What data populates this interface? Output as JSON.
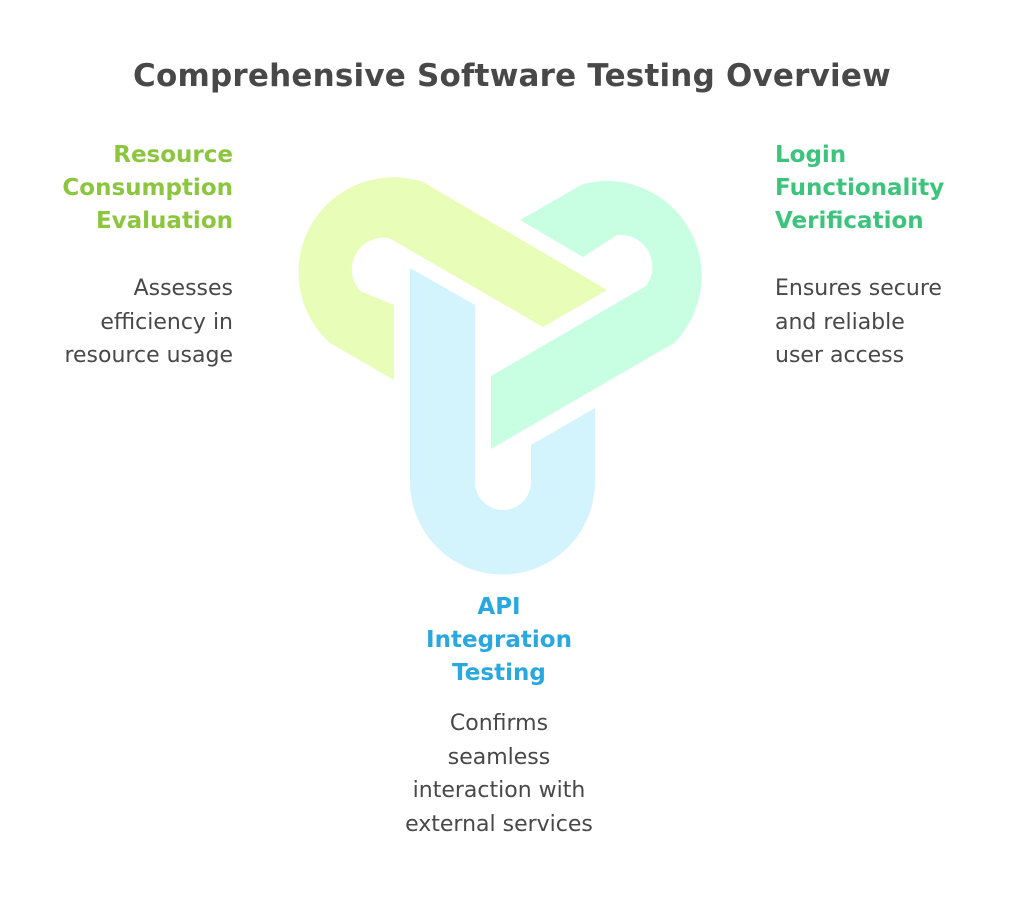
{
  "title": "Comprehensive Software Testing Overview",
  "colors": {
    "title": "#484848",
    "body_text": "#484848",
    "resource_heading": "#8cc63f",
    "login_heading": "#3cc47c",
    "api_heading": "#29a8e0",
    "resource_shape": "#e8fdb8",
    "login_shape": "#c8ffe3",
    "api_shape": "#d3f4fd"
  },
  "sections": {
    "resource": {
      "heading_lines": [
        "Resource",
        "Consumption",
        "Evaluation"
      ],
      "description_lines": [
        "Assesses",
        "efficiency in",
        "resource usage"
      ],
      "icon": "chain-link-segment-left"
    },
    "login": {
      "heading_lines": [
        "Login",
        "Functionality",
        "Verification"
      ],
      "description_lines": [
        "Ensures secure",
        "and reliable",
        "user access"
      ],
      "icon": "chain-link-segment-right"
    },
    "api": {
      "heading_lines": [
        "API",
        "Integration",
        "Testing"
      ],
      "description_lines": [
        "Confirms",
        "seamless",
        "interaction with",
        "external services"
      ],
      "icon": "chain-link-segment-bottom"
    }
  }
}
